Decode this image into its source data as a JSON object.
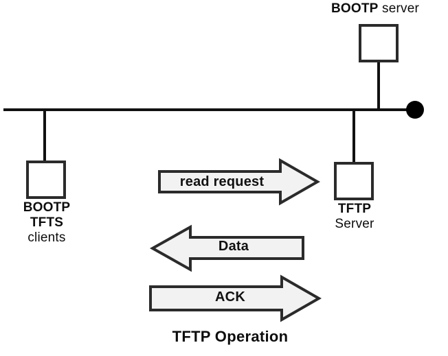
{
  "diagram": {
    "title": "TFTP Operation",
    "background_color": "#ffffff",
    "line_color": "#111111",
    "shape_fill": "#f2f2f2",
    "shape_stroke": "#2b2b2b",
    "text_color": "#0d0d0d"
  },
  "nodes": {
    "bootp_server": {
      "label_strong": "BOOTP",
      "label_light": "server",
      "shape": "square"
    },
    "bootp_tfts_clients": {
      "label_line1": "BOOTP",
      "label_line2": "TFTS",
      "label_line3": "clients",
      "shape": "square"
    },
    "tftp_server": {
      "label_line1": "TFTP",
      "label_line2": "Server",
      "shape": "square"
    }
  },
  "bus": {
    "terminator": "filled-circle"
  },
  "messages": [
    {
      "label": "read request",
      "direction": "right",
      "from": "bootp_tfts_clients",
      "to": "tftp_server"
    },
    {
      "label": "Data",
      "direction": "left",
      "from": "tftp_server",
      "to": "bootp_tfts_clients"
    },
    {
      "label": "ACK",
      "direction": "right",
      "from": "bootp_tfts_clients",
      "to": "tftp_server"
    }
  ]
}
